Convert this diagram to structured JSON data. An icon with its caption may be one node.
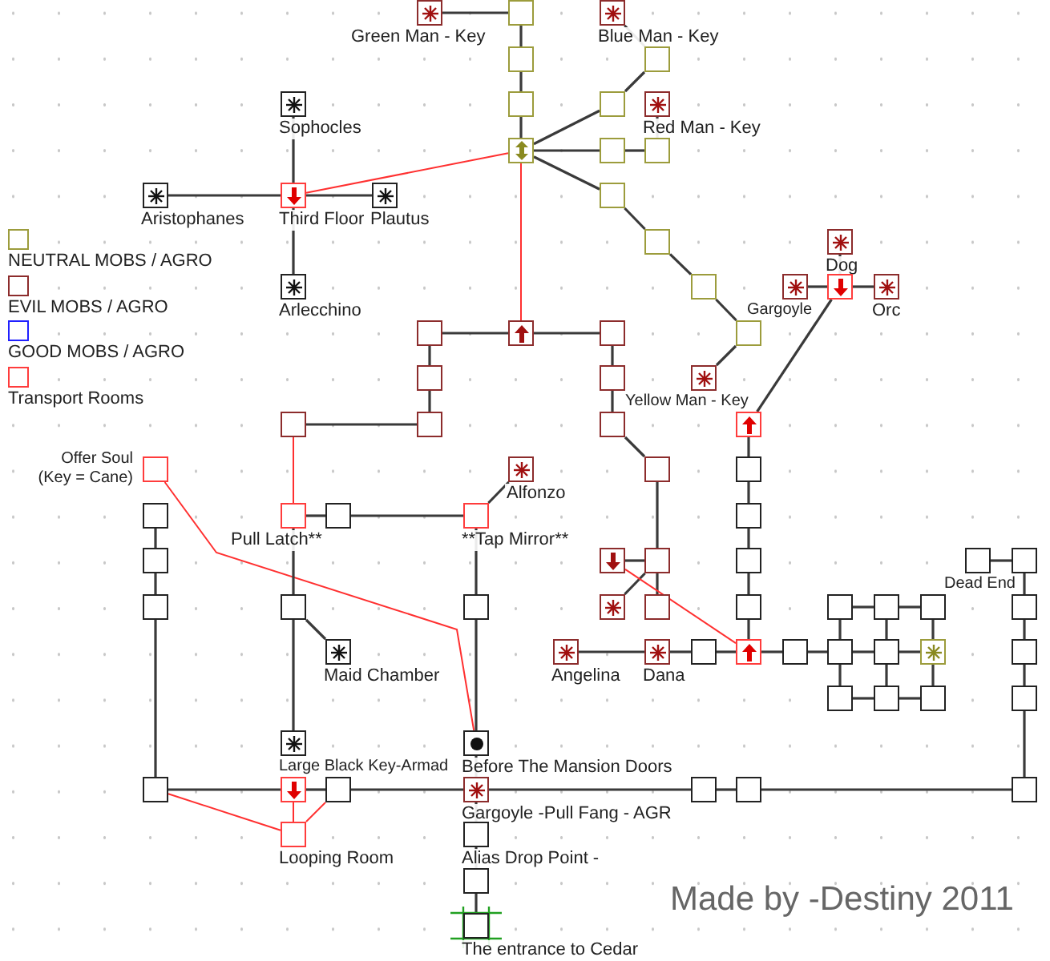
{
  "diagram": {
    "nodes": [
      {
        "text": [
          "Green Man - Key"
        ]
      },
      {
        "text": [],
        "shape": "box"
      },
      {
        "text": [
          "Blue Man - Key"
        ]
      },
      {
        "text": [],
        "shape": "box"
      },
      {
        "text": [],
        "shape": "box"
      },
      {
        "text": [
          "Sophocles"
        ]
      },
      {
        "text": [],
        "shape": "box"
      },
      {
        "text": [],
        "shape": "box"
      },
      {
        "text": [
          "Red Man - Key"
        ]
      },
      {
        "text": [],
        "shape": "box"
      },
      {
        "text": [],
        "shape": "box"
      },
      {
        "text": [],
        "shape": "box"
      },
      {
        "text": [
          "Aristophanes"
        ]
      },
      {
        "text": [
          "Third Floor"
        ]
      },
      {
        "text": [
          "Plautus"
        ]
      },
      {
        "text": [],
        "shape": "box"
      },
      {
        "text": [],
        "shape": "box"
      },
      {
        "text": [
          "Dog"
        ]
      },
      {
        "text": [
          "Arlecchino"
        ]
      },
      {
        "text": [],
        "shape": "box"
      },
      {
        "text": [
          "Gargoyle"
        ]
      },
      {
        "text": [],
        "shape": "box"
      },
      {
        "text": [
          "Orc"
        ]
      },
      {
        "text": [],
        "shape": "box"
      },
      {
        "text": [],
        "shape": "box"
      },
      {
        "text": [],
        "shape": "box"
      },
      {
        "text": [],
        "shape": "box"
      },
      {
        "text": [],
        "shape": "box"
      },
      {
        "text": [],
        "shape": "box"
      },
      {
        "text": [
          "Yellow Man - Key"
        ]
      },
      {
        "text": [],
        "shape": "box"
      },
      {
        "text": [],
        "shape": "box"
      },
      {
        "text": [],
        "shape": "box"
      },
      {
        "text": [],
        "shape": "box"
      },
      {
        "text": [
          "Offer Soul (Key = Cane)"
        ]
      },
      {
        "text": [
          "Alfonzo"
        ]
      },
      {
        "text": [],
        "shape": "box"
      },
      {
        "text": [],
        "shape": "box"
      },
      {
        "text": [],
        "shape": "box"
      },
      {
        "text": [
          "Pull Latch**"
        ]
      },
      {
        "text": [],
        "shape": "box"
      },
      {
        "text": [
          "**Tap Mirror**"
        ]
      },
      {
        "text": [],
        "shape": "box"
      },
      {
        "text": [],
        "shape": "box"
      },
      {
        "text": [],
        "shape": "box"
      },
      {
        "text": [],
        "shape": "box"
      },
      {
        "text": [],
        "shape": "box"
      },
      {
        "text": [
          "Dead End"
        ]
      },
      {
        "text": [],
        "shape": "box"
      },
      {
        "text": [],
        "shape": "box"
      },
      {
        "text": [],
        "shape": "box"
      },
      {
        "text": [],
        "shape": "box"
      },
      {
        "text": [],
        "shape": "box"
      },
      {
        "text": [],
        "shape": "box"
      },
      {
        "text": [],
        "shape": "box"
      },
      {
        "text": [],
        "shape": "box"
      },
      {
        "text": [],
        "shape": "box"
      },
      {
        "text": [],
        "shape": "box"
      },
      {
        "text": [],
        "shape": "box"
      },
      {
        "text": [
          "Maid Chamber"
        ]
      },
      {
        "text": [
          "Angelina"
        ]
      },
      {
        "text": [
          "Dana"
        ]
      },
      {
        "text": [],
        "shape": "box"
      },
      {
        "text": [],
        "shape": "box"
      },
      {
        "text": [],
        "shape": "box"
      },
      {
        "text": [],
        "shape": "box"
      },
      {
        "text": [],
        "shape": "box"
      },
      {
        "text": [],
        "shape": "box"
      },
      {
        "text": [],
        "shape": "box"
      },
      {
        "text": [],
        "shape": "box"
      },
      {
        "text": [],
        "shape": "box"
      },
      {
        "text": [],
        "shape": "box"
      },
      {
        "text": [],
        "shape": "box"
      },
      {
        "text": [
          "Large Black Key-Armad"
        ]
      },
      {
        "text": [
          "Before The Mansion Doors"
        ]
      },
      {
        "text": [],
        "shape": "box"
      },
      {
        "text": [],
        "shape": "box"
      },
      {
        "text": [],
        "shape": "box"
      },
      {
        "text": [
          "Gargoyle -Pull Fang - AGR"
        ]
      },
      {
        "text": [],
        "shape": "box"
      },
      {
        "text": [],
        "shape": "box"
      },
      {
        "text": [],
        "shape": "box"
      },
      {
        "text": [
          "Looping Room"
        ]
      },
      {
        "text": [
          "Alias Drop Point -"
        ]
      },
      {
        "text": [],
        "shape": "box"
      },
      {
        "text": [
          "The entrance to Cedar"
        ]
      }
    ],
    "edges": [
      {
        "from": 0,
        "to": 1,
        "arrow": "none"
      },
      {
        "from": 1,
        "to": 3,
        "arrow": "none"
      },
      {
        "from": 3,
        "to": 6,
        "arrow": "none"
      },
      {
        "from": 6,
        "to": 9,
        "arrow": "none"
      },
      {
        "from": 2,
        "to": 4,
        "arrow": "none"
      },
      {
        "from": 4,
        "to": 7,
        "arrow": "none"
      },
      {
        "from": 7,
        "to": 9,
        "arrow": "none"
      },
      {
        "from": 8,
        "to": 11,
        "arrow": "none"
      },
      {
        "from": 10,
        "to": 11,
        "arrow": "none"
      },
      {
        "from": 9,
        "to": 10,
        "arrow": "none"
      },
      {
        "from": 9,
        "to": 15,
        "arrow": "none"
      },
      {
        "from": 15,
        "to": 16,
        "arrow": "none"
      },
      {
        "from": 16,
        "to": 19,
        "arrow": "none"
      },
      {
        "from": 19,
        "to": 26,
        "arrow": "none"
      },
      {
        "from": 26,
        "to": 29,
        "arrow": "none"
      },
      {
        "from": 5,
        "to": 13,
        "arrow": "none"
      },
      {
        "from": 12,
        "to": 13,
        "arrow": "none"
      },
      {
        "from": 13,
        "to": 14,
        "arrow": "none"
      },
      {
        "from": 13,
        "to": 18,
        "arrow": "none"
      },
      {
        "from": 13,
        "to": 9,
        "arrow": "none",
        "color": "#ff3030"
      },
      {
        "from": 9,
        "to": 24,
        "arrow": "none",
        "color": "#ff3030"
      },
      {
        "from": 17,
        "to": 21,
        "arrow": "none"
      },
      {
        "from": 20,
        "to": 21,
        "arrow": "none"
      },
      {
        "from": 21,
        "to": 22,
        "arrow": "none"
      },
      {
        "from": 21,
        "to": 33,
        "arrow": "none"
      },
      {
        "from": 23,
        "to": 24,
        "arrow": "none"
      },
      {
        "from": 24,
        "to": 25,
        "arrow": "none"
      },
      {
        "from": 23,
        "to": 27,
        "arrow": "none"
      },
      {
        "from": 27,
        "to": 31,
        "arrow": "none"
      },
      {
        "from": 31,
        "to": 30,
        "arrow": "none"
      },
      {
        "from": 25,
        "to": 28,
        "arrow": "none"
      },
      {
        "from": 28,
        "to": 32,
        "arrow": "none"
      },
      {
        "from": 32,
        "to": 36,
        "arrow": "none"
      },
      {
        "from": 36,
        "to": 45,
        "arrow": "none"
      },
      {
        "from": 30,
        "to": 39,
        "arrow": "none",
        "color": "#ff3030"
      },
      {
        "from": 33,
        "to": 37,
        "arrow": "none"
      },
      {
        "from": 37,
        "to": 42,
        "arrow": "none"
      },
      {
        "from": 42,
        "to": 46,
        "arrow": "none"
      },
      {
        "from": 46,
        "to": 54,
        "arrow": "none"
      },
      {
        "from": 54,
        "to": 63,
        "arrow": "none"
      },
      {
        "from": 44,
        "to": 45,
        "arrow": "none"
      },
      {
        "from": 52,
        "to": 45,
        "arrow": "none"
      },
      {
        "from": 45,
        "to": 53,
        "arrow": "none"
      },
      {
        "from": 44,
        "to": 63,
        "arrow": "none",
        "color": "#ff3030"
      },
      {
        "from": 60,
        "to": 61,
        "arrow": "none"
      },
      {
        "from": 61,
        "to": 62,
        "arrow": "none"
      },
      {
        "from": 62,
        "to": 63,
        "arrow": "none"
      },
      {
        "from": 63,
        "to": 64,
        "arrow": "none"
      },
      {
        "from": 64,
        "to": 65,
        "arrow": "none"
      },
      {
        "from": 55,
        "to": 56,
        "arrow": "none"
      },
      {
        "from": 56,
        "to": 57,
        "arrow": "none"
      },
      {
        "from": 65,
        "to": 66,
        "arrow": "none"
      },
      {
        "from": 66,
        "to": 67,
        "arrow": "none"
      },
      {
        "from": 69,
        "to": 70,
        "arrow": "none"
      },
      {
        "from": 70,
        "to": 71,
        "arrow": "none"
      },
      {
        "from": 55,
        "to": 65,
        "arrow": "none"
      },
      {
        "from": 65,
        "to": 69,
        "arrow": "none"
      },
      {
        "from": 56,
        "to": 66,
        "arrow": "none"
      },
      {
        "from": 66,
        "to": 70,
        "arrow": "none"
      },
      {
        "from": 57,
        "to": 67,
        "arrow": "none"
      },
      {
        "from": 67,
        "to": 71,
        "arrow": "none"
      },
      {
        "from": 47,
        "to": 48,
        "arrow": "none"
      },
      {
        "from": 48,
        "to": 58,
        "arrow": "none"
      },
      {
        "from": 58,
        "to": 68,
        "arrow": "none"
      },
      {
        "from": 68,
        "to": 72,
        "arrow": "none"
      },
      {
        "from": 72,
        "to": 81,
        "arrow": "none"
      },
      {
        "from": 34,
        "to": 74,
        "arrow": "none",
        "color": "#ff3030"
      },
      {
        "from": 38,
        "to": 43,
        "arrow": "none"
      },
      {
        "from": 43,
        "to": 49,
        "arrow": "none"
      },
      {
        "from": 49,
        "to": 75,
        "arrow": "none"
      },
      {
        "from": 39,
        "to": 40,
        "arrow": "none"
      },
      {
        "from": 40,
        "to": 41,
        "arrow": "none"
      },
      {
        "from": 41,
        "to": 35,
        "arrow": "none"
      },
      {
        "from": 39,
        "to": 50,
        "arrow": "none"
      },
      {
        "from": 50,
        "to": 59,
        "arrow": "none"
      },
      {
        "from": 50,
        "to": 73,
        "arrow": "none"
      },
      {
        "from": 41,
        "to": 51,
        "arrow": "none"
      },
      {
        "from": 51,
        "to": 74,
        "arrow": "none"
      },
      {
        "from": 74,
        "to": 78,
        "arrow": "none"
      },
      {
        "from": 75,
        "to": 76,
        "arrow": "none"
      },
      {
        "from": 76,
        "to": 77,
        "arrow": "none"
      },
      {
        "from": 77,
        "to": 78,
        "arrow": "none"
      },
      {
        "from": 78,
        "to": 79,
        "arrow": "none"
      },
      {
        "from": 79,
        "to": 80,
        "arrow": "none"
      },
      {
        "from": 80,
        "to": 81,
        "arrow": "none"
      },
      {
        "from": 75,
        "to": 82,
        "arrow": "none",
        "color": "#ff3030"
      },
      {
        "from": 76,
        "to": 82,
        "arrow": "none",
        "color": "#ff3030"
      },
      {
        "from": 77,
        "to": 82,
        "arrow": "none",
        "color": "#ff3030"
      },
      {
        "from": 78,
        "to": 83,
        "arrow": "none"
      },
      {
        "from": 83,
        "to": 84,
        "arrow": "none"
      },
      {
        "from": 84,
        "to": 85,
        "arrow": "none"
      }
    ],
    "labels": [
      "Made by -Destiny 2011"
    ],
    "legend": [
      {
        "text": "NEUTRAL MOBS / AGRO",
        "color": "#9c9c3c"
      },
      {
        "text": "EVIL MOBS / AGRO",
        "color": "#8c2c2c"
      },
      {
        "text": "GOOD MOBS / AGRO",
        "color": "#2020ff"
      },
      {
        "text": "Transport Rooms",
        "color": "#ff3c3c"
      }
    ]
  }
}
